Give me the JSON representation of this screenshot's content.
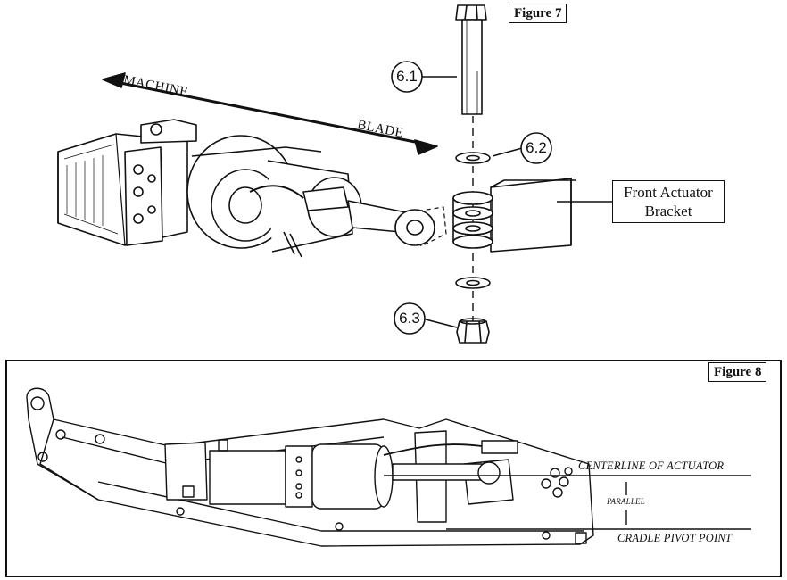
{
  "figure7": {
    "label": "Figure 7",
    "direction_left": "MACHINE",
    "direction_right": "BLADE",
    "callouts": [
      "6.1",
      "6.2",
      "6.3"
    ],
    "bracket_label_line1": "Front Actuator",
    "bracket_label_line2": "Bracket"
  },
  "figure8": {
    "label": "Figure 8",
    "centerline_label": "CENTERLINE OF ACTUATOR",
    "parallel_label": "PARALLEL",
    "pivot_label": "CRADLE PIVOT POINT"
  }
}
